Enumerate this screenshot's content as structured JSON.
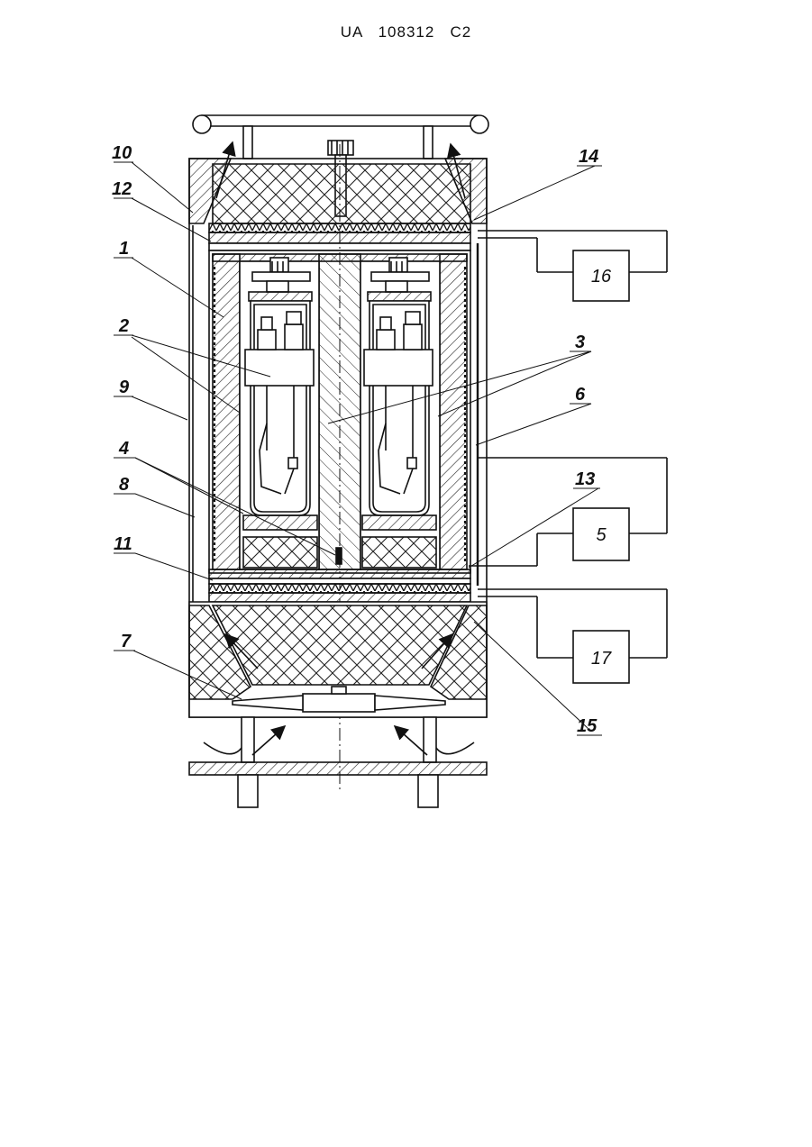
{
  "header": {
    "title": "UA   108312   C2"
  },
  "figure": {
    "stroke_color": "#111111",
    "ref_labels": [
      {
        "id": "10",
        "text": "10"
      },
      {
        "id": "12",
        "text": "12"
      },
      {
        "id": "1",
        "text": "1"
      },
      {
        "id": "2",
        "text": "2"
      },
      {
        "id": "9",
        "text": "9"
      },
      {
        "id": "4",
        "text": "4"
      },
      {
        "id": "8",
        "text": "8"
      },
      {
        "id": "11",
        "text": "11"
      },
      {
        "id": "7",
        "text": "7"
      },
      {
        "id": "14",
        "text": "14"
      },
      {
        "id": "3",
        "text": "3"
      },
      {
        "id": "6",
        "text": "6"
      },
      {
        "id": "13",
        "text": "13"
      },
      {
        "id": "15",
        "text": "15"
      }
    ],
    "control_boxes": [
      {
        "id": "16",
        "text": "16"
      },
      {
        "id": "5",
        "text": "5"
      },
      {
        "id": "17",
        "text": "17"
      }
    ]
  }
}
